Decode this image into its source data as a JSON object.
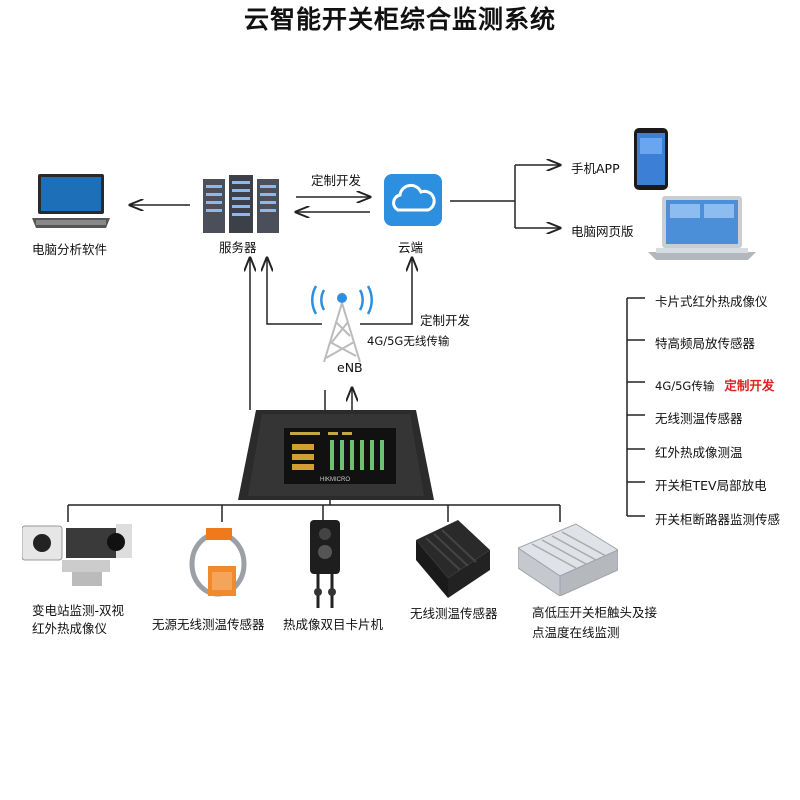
{
  "title": "云智能开关柜综合监测系统",
  "top": {
    "pc": "电脑分析软件",
    "server": "服务器",
    "cloud": "云端",
    "custom_dev_top": "定制开发",
    "custom_dev_mid": "定制开发",
    "phone_app": "手机APP",
    "pc_web": "电脑网页版",
    "wireless": "4G/5G无线传输",
    "enb": "eNB"
  },
  "right_list": [
    {
      "text": "卡片式红外热成像仪"
    },
    {
      "text": "特高频局放传感器"
    },
    {
      "text": "4G/5G传输",
      "highlight": "定制开发"
    },
    {
      "text": "无线测温传感器"
    },
    {
      "text": "红外热成像测温"
    },
    {
      "text": "开关柜TEV局部放电"
    },
    {
      "text": "开关柜断路器监测传感"
    }
  ],
  "devices": [
    {
      "label": "变电站监测-双视\n红外热成像仪"
    },
    {
      "label": "无源无线测温传感器"
    },
    {
      "label": "热成像双目卡片机"
    },
    {
      "label": "无线测温传感器"
    },
    {
      "label": "高低压开关柜触头及接\n点温度在线监测"
    }
  ],
  "brand": "HIKMICRO",
  "colors": {
    "highlight": "#e02020",
    "cloud_blue": "#2c8fe0",
    "line": "#222222"
  }
}
